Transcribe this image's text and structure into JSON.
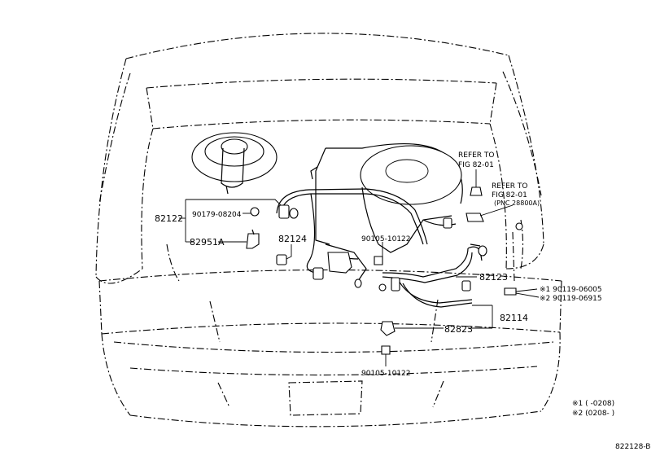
{
  "labels": {
    "p82122": "82122",
    "p90179": "90179-08204",
    "p82951a": "82951A",
    "p82124": "82124",
    "p90105_top": "90105-10122",
    "p82123": "82123",
    "p82114": "82114",
    "p82823": "82823",
    "p90105_bottom": "90105-10122",
    "refer1_line1": "REFER TO",
    "refer1_line2": "FIG 82-01",
    "refer2_line1": "REFER TO",
    "refer2_line2": "FIG 82-01",
    "refer2_line3": "(PNC 28800A)",
    "bolt1": "※1 90119-06005",
    "bolt2": "※2 90119-06915",
    "note1": "※1 (    -0208)",
    "note2": "※2 (0208-    )",
    "figure_id": "822128-B"
  }
}
